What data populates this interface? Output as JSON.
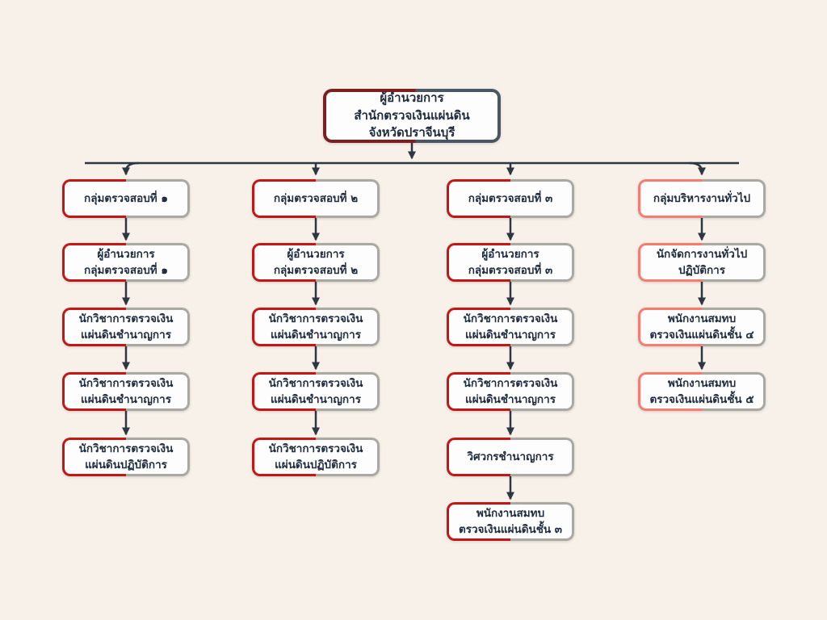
{
  "root": {
    "label": "ผู้อำนวยการ\nสำนักตรวจเงินแผ่นดิน\nจังหวัดปราจีนบุรี"
  },
  "columns": [
    {
      "boxes": [
        "กลุ่มตรวจสอบที่ ๑",
        "ผู้อำนวยการ\nกลุ่มตรวจสอบที่ ๑",
        "นักวิชาการตรวจเงิน\nแผ่นดินชำนาญการ",
        "นักวิชาการตรวจเงิน\nแผ่นดินชำนาญการ",
        "นักวิชาการตรวจเงิน\nแผ่นดินปฏิบัติการ"
      ]
    },
    {
      "boxes": [
        "กลุ่มตรวจสอบที่ ๒",
        "ผู้อำนวยการ\nกลุ่มตรวจสอบที่ ๒",
        "นักวิชาการตรวจเงิน\nแผ่นดินชำนาญการ",
        "นักวิชาการตรวจเงิน\nแผ่นดินชำนาญการ",
        "นักวิชาการตรวจเงิน\nแผ่นดินปฏิบัติการ"
      ]
    },
    {
      "boxes": [
        "กลุ่มตรวจสอบที่ ๓",
        "ผู้อำนวยการ\nกลุ่มตรวจสอบที่ ๓",
        "นักวิชาการตรวจเงิน\nแผ่นดินชำนาญการ",
        "นักวิชาการตรวจเงิน\nแผ่นดินชำนาญการ",
        "วิศวกรชำนาญการ",
        "พนักงานสมทบ\nตรวจเงินแผ่นดินชั้น ๓"
      ]
    },
    {
      "boxes": [
        "กลุ่มบริหารงานทั่วไป",
        "นักจัดการงานทั่วไป\nปฏิบัติการ",
        "พนักงานสมทบ\nตรวจเงินแผ่นดินชั้น ๔",
        "พนักงานสมทบ\nตรวจเงินแผ่นดินชั้น ๕"
      ]
    }
  ],
  "colors": {
    "background": "#f7f1ea",
    "box_fill": "#fdfdfd",
    "accent_maroon": "#7e1f1f",
    "accent_slate": "#4a5663",
    "accent_red": "#c51616",
    "accent_salmon": "#f87b72",
    "accent_gray": "#a9a8a1",
    "line": "#2e3642",
    "text": "#1f2c3d"
  }
}
